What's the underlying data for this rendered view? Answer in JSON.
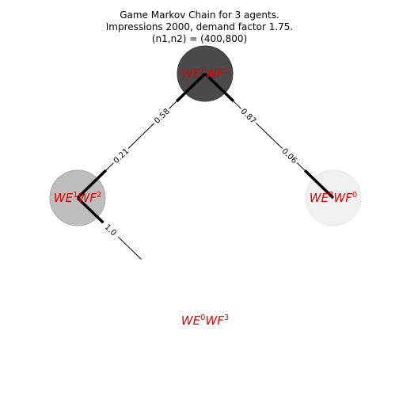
{
  "title": {
    "line1": "Game Markov Chain for 3 agents.",
    "line2": "Impressions 2000, demand factor 1.75.",
    "line3": "(n1,n2) = (400,800)"
  },
  "nodes": [
    {
      "id": "n21",
      "base1": "WE",
      "sup1": "2",
      "base2": "WF",
      "sup2": "1",
      "fill": "#4a4a4a",
      "stroke": "#3a3a3a"
    },
    {
      "id": "n12",
      "base1": "WE",
      "sup1": "1",
      "base2": "WF",
      "sup2": "2",
      "fill": "#bdbdbd",
      "stroke": "#a8a8a8"
    },
    {
      "id": "n30",
      "base1": "WE",
      "sup1": "3",
      "base2": "WF",
      "sup2": "0",
      "fill": "#f0f0f0",
      "stroke": "#e6e6e6"
    },
    {
      "id": "n03",
      "base1": "WE",
      "sup1": "0",
      "base2": "WF",
      "sup2": "3",
      "fill": "none",
      "stroke": "none"
    }
  ],
  "edges": [
    {
      "from": "n21",
      "to": "n12",
      "label": "0.58"
    },
    {
      "from": "n12",
      "to": "n21",
      "label": "0.21"
    },
    {
      "from": "n21",
      "to": "n30",
      "label": "0.87"
    },
    {
      "from": "n30",
      "to": "n21",
      "label": "0.06"
    },
    {
      "from": "n12",
      "to": "n03",
      "label": "1.0"
    }
  ],
  "colors": {
    "label": "#e00000",
    "edge": "#000000"
  }
}
